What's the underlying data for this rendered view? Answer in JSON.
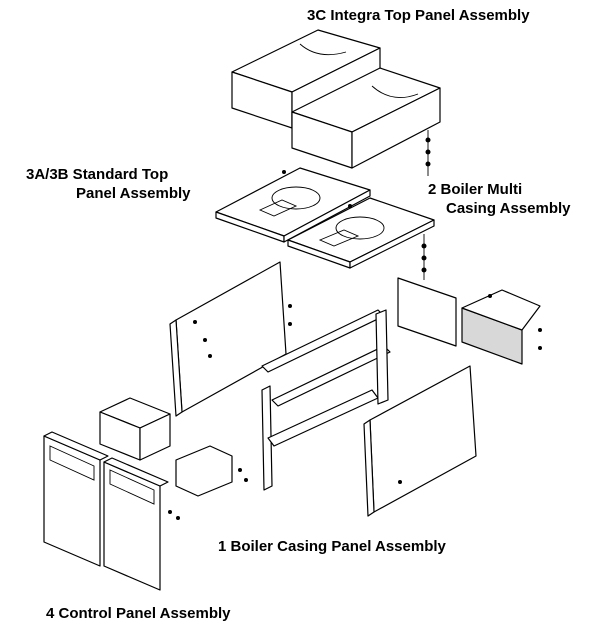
{
  "labels": {
    "integra_top": "3C  Integra Top Panel Assembly",
    "standard_top_line1": "3A/3B Standard Top",
    "standard_top_line2": "Panel Assembly",
    "multi_casing_line1": "2  Boiler Multi",
    "multi_casing_line2": "Casing Assembly",
    "casing_panel": "1  Boiler Casing Panel Assembly",
    "control_panel": "4  Control Panel Assembly"
  }
}
